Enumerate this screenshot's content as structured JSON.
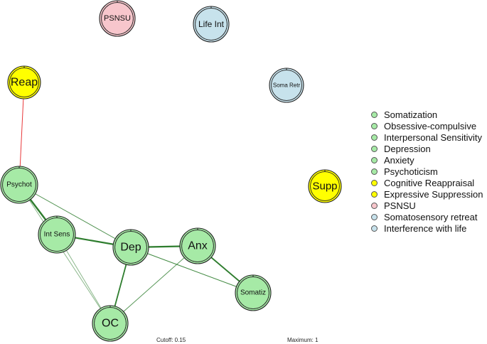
{
  "network": {
    "nodes": [
      {
        "id": "PSNSU",
        "label": "PSNSU",
        "group": "PSNSU"
      },
      {
        "id": "LifeInt",
        "label": "Life Int",
        "group": "Interference with life"
      },
      {
        "id": "Reap",
        "label": "Reap",
        "group": "Cognitive Reappraisal"
      },
      {
        "id": "SomaRetr",
        "label": "Soma Retr",
        "group": "Somatosensory retreat"
      },
      {
        "id": "Psychot",
        "label": "Psychot",
        "group": "Psychoticism"
      },
      {
        "id": "Supp",
        "label": "Supp",
        "group": "Expressive Suppression"
      },
      {
        "id": "IntSens",
        "label": "Int Sens",
        "group": "Interpersonal Sensitivity"
      },
      {
        "id": "Dep",
        "label": "Dep",
        "group": "Depression"
      },
      {
        "id": "Anx",
        "label": "Anx",
        "group": "Anxiety"
      },
      {
        "id": "Somatiz",
        "label": "Somatiz",
        "group": "Somatization"
      },
      {
        "id": "OC",
        "label": "OC",
        "group": "Obsessive-compulsive"
      }
    ],
    "edges": [
      {
        "source": "Reap",
        "target": "Psychot",
        "sign": "negative"
      },
      {
        "source": "Psychot",
        "target": "IntSens",
        "sign": "positive"
      },
      {
        "source": "Psychot",
        "target": "Dep",
        "sign": "positive"
      },
      {
        "source": "Psychot",
        "target": "OC",
        "sign": "positive"
      },
      {
        "source": "IntSens",
        "target": "Dep",
        "sign": "positive"
      },
      {
        "source": "IntSens",
        "target": "OC",
        "sign": "positive"
      },
      {
        "source": "Dep",
        "target": "Anx",
        "sign": "positive"
      },
      {
        "source": "Dep",
        "target": "OC",
        "sign": "positive"
      },
      {
        "source": "Dep",
        "target": "Somatiz",
        "sign": "positive"
      },
      {
        "source": "Anx",
        "target": "Somatiz",
        "sign": "positive"
      },
      {
        "source": "Anx",
        "target": "OC",
        "sign": "positive"
      }
    ]
  },
  "colors": {
    "green": "#a6eaa6",
    "yellow": "#ffff00",
    "pink": "#f7c6cc",
    "blue": "#c7e2ec",
    "positive_edge": "#2e7d2e",
    "negative_edge": "#e8383a"
  },
  "legend": [
    {
      "label": "Somatization",
      "color": "#a6eaa6"
    },
    {
      "label": "Obsessive-compulsive",
      "color": "#a6eaa6"
    },
    {
      "label": "Interpersonal Sensitivity",
      "color": "#a6eaa6"
    },
    {
      "label": "Depression",
      "color": "#a6eaa6"
    },
    {
      "label": "Anxiety",
      "color": "#a6eaa6"
    },
    {
      "label": "Psychoticism",
      "color": "#a6eaa6"
    },
    {
      "label": "Cognitive Reappraisal",
      "color": "#ffff00"
    },
    {
      "label": "Expressive Suppression",
      "color": "#ffff00"
    },
    {
      "label": "PSNSU",
      "color": "#f7c6cc"
    },
    {
      "label": "Somatosensory retreat",
      "color": "#c7e2ec"
    },
    {
      "label": "Interference with life",
      "color": "#c7e2ec"
    }
  ],
  "footer": {
    "cutoff": "Cutoff: 0.15",
    "maximum": "Maximum: 1"
  }
}
